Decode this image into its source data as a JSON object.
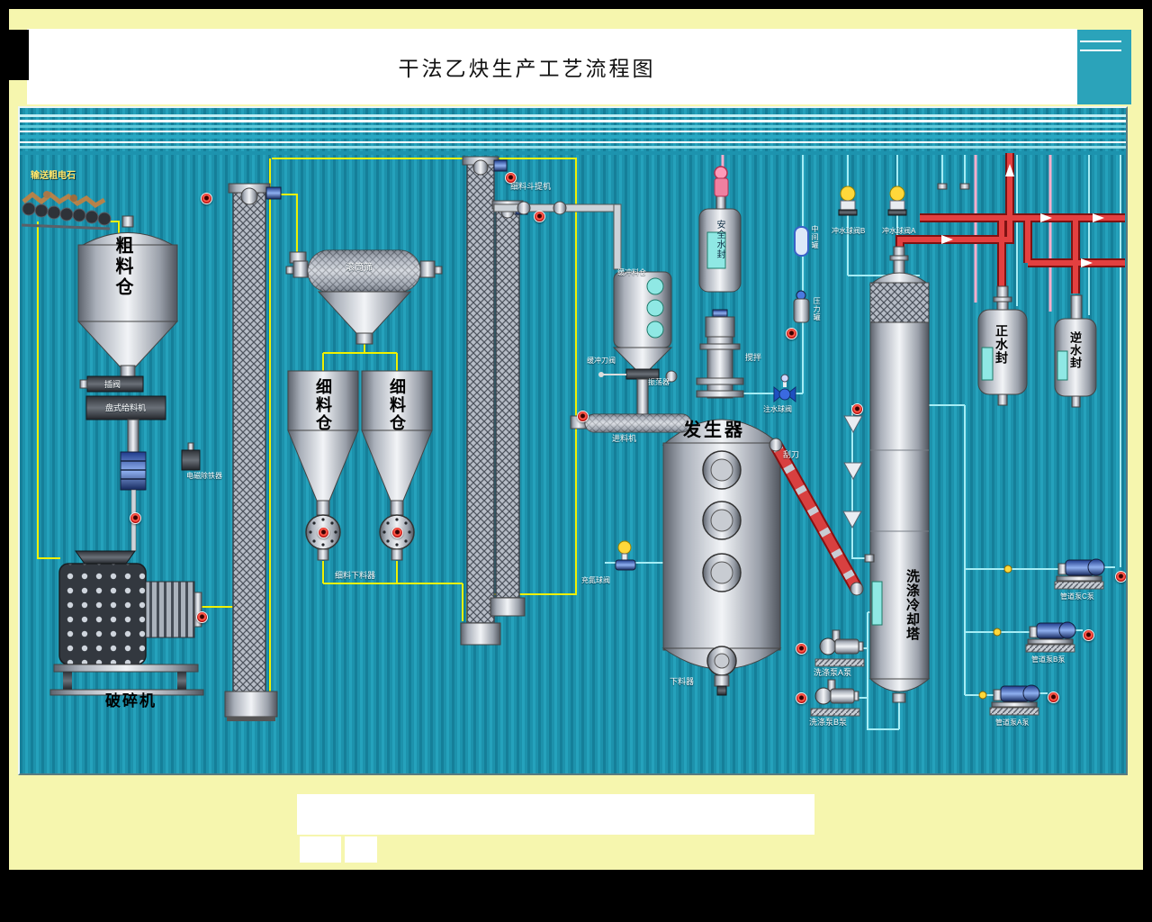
{
  "title": "干法乙炔生产工艺流程图",
  "labels": {
    "conveyor": "输送粗电石",
    "coarse_silo": "粗料仓",
    "gate_valve": "插阀",
    "disc_feeder": "盘式给料机",
    "magnetic_separator": "电磁除铁器",
    "crusher": "破碎机",
    "drum_screen": "滚筒筛",
    "fine_silo_a": "细料仓",
    "fine_silo_b": "细料仓",
    "fine_discharger": "细料下料器",
    "fine_bucket_elevator": "细料斗提机",
    "buffer_silo": "缓冲料仓",
    "buffer_knife_valve": "缓冲刀阀",
    "oscillator": "振荡器",
    "feeder": "进料机",
    "generator": "发生器",
    "safety_water_seal": "安全水封",
    "agitator": "搅拌",
    "water_ball_valve": "注水球阀",
    "nitrogen_ball_valve": "充氮球阀",
    "discharger": "下料器",
    "scraper": "刮刀",
    "washing_cooling_tower": "洗涤冷却塔",
    "positive_water_seal": "正水封",
    "reverse_water_seal": "逆水封",
    "flush_ball_valve_b": "冲水球阀B",
    "flush_ball_valve_a": "冲水球阀A",
    "intermediate_tank": "中间罐",
    "pressure_tank": "压力罐",
    "wash_pump_a": "洗涤泵A泵",
    "wash_pump_b": "洗涤泵B泵",
    "pipeline_pump_c": "管道泵C泵",
    "pipeline_pump_b": "管道泵B泵",
    "pipeline_pump_a": "管道泵A泵"
  },
  "colors": {
    "background": "#000000",
    "frame_yellow": "#f6f6ae",
    "diagram_teal": "#1d92ac",
    "pipe_red": "#d83030",
    "pipe_yellow": "#f0f000",
    "pipe_cyan": "#a5ecf4",
    "pipe_pink": "#f6aecb",
    "alarm_red": "#c41414",
    "liquid_teal": "#8fe8e4"
  }
}
